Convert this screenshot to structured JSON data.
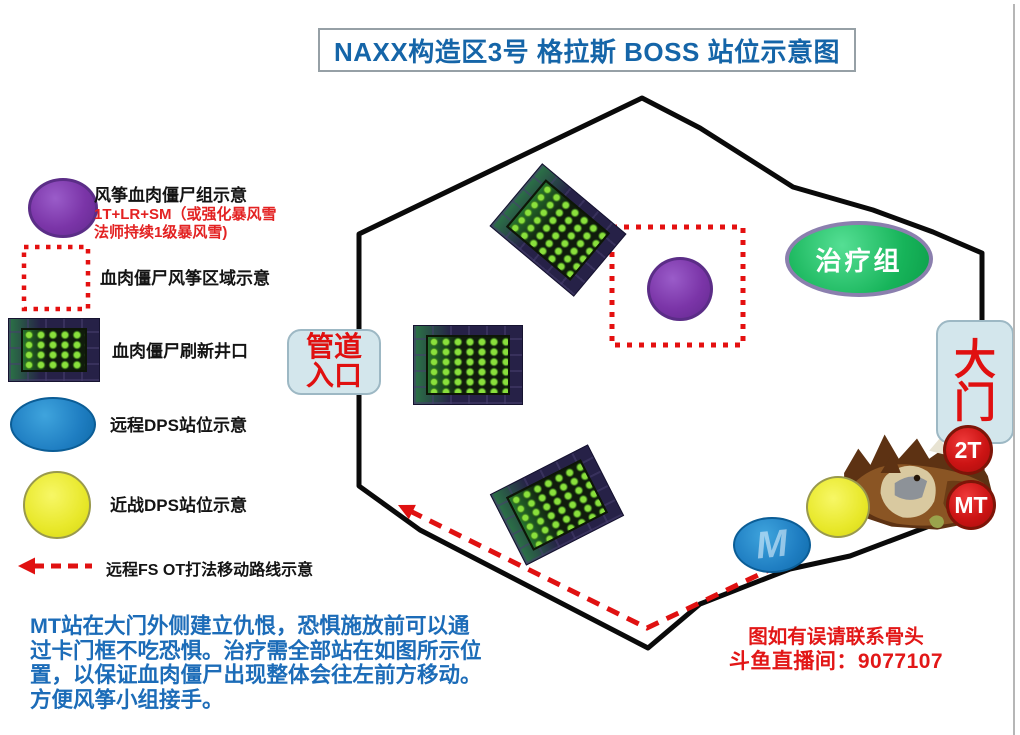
{
  "title": {
    "text": "NAXX构造区3号  格拉斯 BOSS 站位示意图"
  },
  "legend": {
    "items": [
      {
        "marker": "purple-ellipse-icon",
        "label": "风筝血肉僵尸组示意",
        "sublabel_line1": "1T+LR+SM（或强化暴风雪",
        "sublabel_line2": "法师持续1级暴风雪)"
      },
      {
        "marker": "red-dotted-square-icon",
        "label": "血肉僵尸风筝区域示意"
      },
      {
        "marker": "spawn-grate-icon",
        "label": "血肉僵尸刷新井口"
      },
      {
        "marker": "blue-ellipse-icon",
        "label": "远程DPS站位示意"
      },
      {
        "marker": "yellow-circle-icon",
        "label": "近战DPS站位示意"
      },
      {
        "marker": "red-dashed-arrow-icon",
        "label": "远程FS OT打法移动路线示意"
      }
    ]
  },
  "map": {
    "pipe_entrance_line1": "管道",
    "pipe_entrance_line2": "入口",
    "healer_group": "治疗组",
    "gate_char1": "大",
    "gate_char2": "门",
    "offtank": "2T",
    "maintank": "MT",
    "ranged_watermark": "M"
  },
  "notes": {
    "bottom_left_lines": [
      "MT站在大门外侧建立仇恨，恐惧施放前可以通",
      "过卡门框不吃恐惧。治疗需全部站在如图所示位",
      "置，以保证血肉僵尸出现整体会往左前方移动。",
      "方便风筝小组接手。"
    ],
    "contact_line1": "图如有误请联系骨头",
    "contact_line2": "斗鱼直播间：9077107"
  },
  "colors": {
    "title_blue": "#1565a8",
    "note_blue": "#1c6cb8",
    "accent_red": "#e21717",
    "kite_purple": "#7b35a8",
    "ranged_blue": "#1f7ec2",
    "melee_yellow": "#e8e82a",
    "healer_green": "#17b45a",
    "label_box_fill": "#d3e6ec",
    "room_outline": "#0a0a0a"
  }
}
